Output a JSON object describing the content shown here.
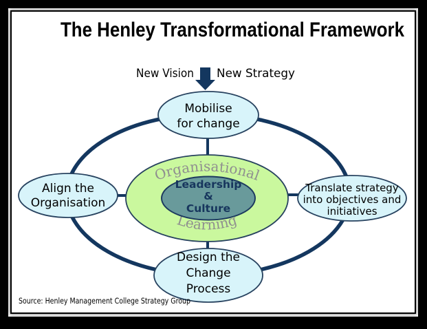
{
  "title": "The Henley Transformational Framework",
  "flow": {
    "new_vision": "New Vision",
    "new_strategy": "New Strategy"
  },
  "nodes": {
    "top": {
      "line1": "Mobilise",
      "line2": "for change"
    },
    "left": {
      "line1": "Align the",
      "line2": "Organisation"
    },
    "right": {
      "line1": "Translate strategy",
      "line2": "into objectives and",
      "line3": "initiatives"
    },
    "bottom": {
      "line1": "Design the",
      "line2": "Change",
      "line3": "Process"
    }
  },
  "center": {
    "outer_top_label": "Organisational",
    "outer_bottom_label": "Learning",
    "inner": {
      "line1": "Leadership",
      "line2": "&",
      "line3": "Culture"
    }
  },
  "source": "Source: Henley Management College Strategy Group",
  "colors": {
    "ring": "#14375f",
    "node_fill": "#d8f4fa",
    "node_stroke": "#27425f",
    "green_fill": "#caf89e",
    "teal_fill": "#699a9b",
    "arc_text": "#8f8f8f",
    "inner_text": "#17365d",
    "title_text": "#000000"
  }
}
